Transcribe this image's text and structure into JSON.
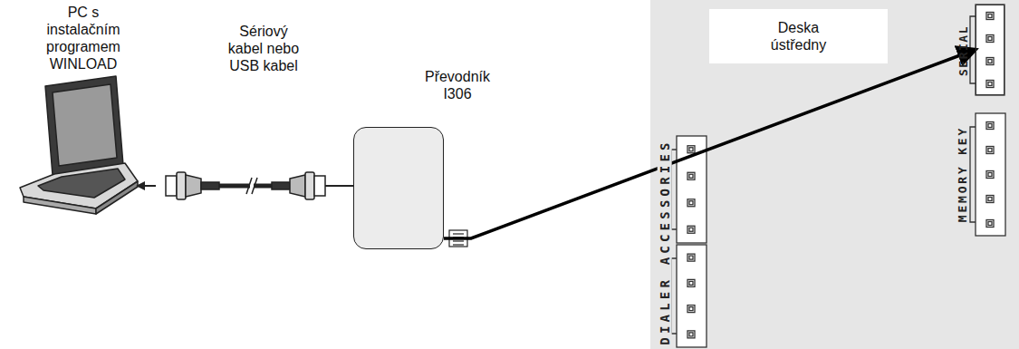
{
  "diagram": {
    "nodes": [
      {
        "text": [
          "Převodník I306"
        ]
      },
      {
        "text": [
          "Deska ústředny"
        ]
      },
      {
        "text": [
          "SERIAL"
        ]
      }
    ],
    "edges": [
      {
        "from": 0,
        "to": 2,
        "arrow": "to"
      }
    ],
    "labels": [
      "PC s instalačním programem WINLOAD",
      "Sériový kabel nebo USB kabel",
      "DIALER ACCESSORIES",
      "MEMORY KEY"
    ]
  }
}
